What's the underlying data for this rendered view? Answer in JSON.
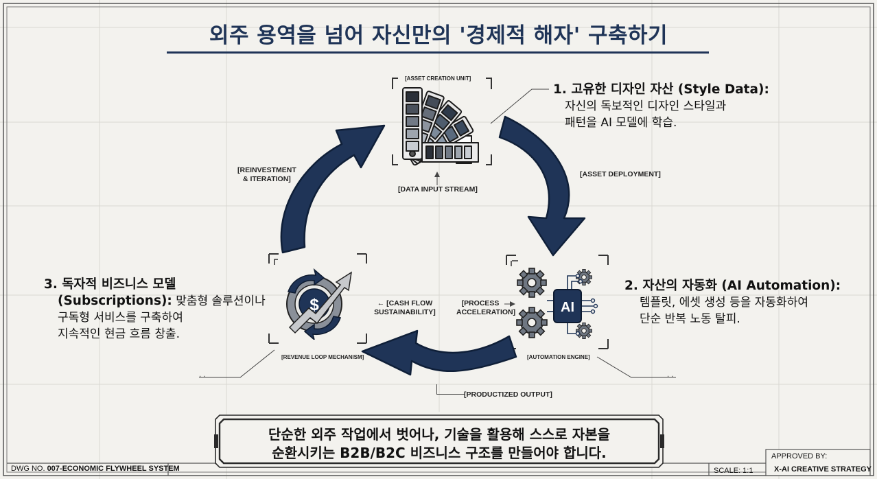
{
  "title": "외주 용역을 넘어 자신만의 '경제적 해자' 구축하기",
  "nodes": {
    "asset": {
      "tag": "[ASSET CREATION UNIT]",
      "input_label": "[DATA INPUT STREAM]",
      "icon": "color-swatch-fan-icon",
      "heading": "1. 고유한 디자인 자산 (Style Data):",
      "lines": [
        "자신의 독보적인 디자인 스타일과",
        "패턴을 AI 모델에 학습."
      ]
    },
    "automation": {
      "tag": "[AUTOMATION ENGINE]",
      "input_label_1": "[PROCESS",
      "input_label_2": "ACCELERATION]",
      "icon": "ai-chip-gears-icon",
      "chip_text": "AI",
      "heading": "2. 자산의 자동화 (AI Automation):",
      "lines": [
        "템플릿, 에셋 생성 등을 자동화하여",
        "단순 반복 노동 탈피."
      ]
    },
    "revenue": {
      "tag": "[REVENUE LOOP MECHANISM]",
      "input_label_1": "← [CASH FLOW",
      "input_label_2": "SUSTAINABILITY]",
      "icon": "dollar-cycle-icon",
      "dollar": "$",
      "heading_1": "3. 독자적 비즈니스 모델",
      "heading_2": "(Subscriptions):",
      "heading_2_rest": " 맞춤형 솔루션이나",
      "lines": [
        "구독형 서비스를 구축하여",
        "지속적인 현금 흐름 창출."
      ]
    }
  },
  "arrows": {
    "deployment": "[ASSET DEPLOYMENT]",
    "reinvest_1": "[REINVESTMENT",
    "reinvest_2": "& ITERATION]",
    "output": "[PRODUCTIZED OUTPUT]"
  },
  "bottom_message": {
    "line1": "단순한 외주 작업에서 벗어나, 기술을 활용해 스스로 자본을",
    "line2": "순환시키는 B2B/B2C 비즈니스 구조를 만들어야 합니다."
  },
  "footer": {
    "dwg_prefix": "DWG NO. ",
    "dwg_value": "007-ECONOMIC FLYWHEEL SYSTEM",
    "scale": "SCALE: 1:1",
    "approved_label": "APPROVED BY:",
    "approved_value": "X-AI CREATIVE STRATEGY"
  },
  "colors": {
    "navy": "#1f3457",
    "frame": "#555555",
    "background": "#f3f2ee"
  }
}
